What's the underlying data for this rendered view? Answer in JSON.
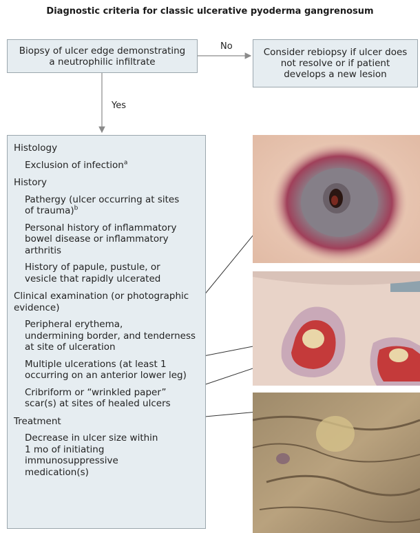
{
  "title": "Diagnostic criteria for classic ulcerative pyoderma gangrenosum",
  "biopsy_box": {
    "line1": "Biopsy of ulcer edge demonstrating",
    "line2": "a neutrophilic infiltrate"
  },
  "no_label": "No",
  "yes_label": "Yes",
  "rebiopsy_box": {
    "line1": "Consider rebiopsy if ulcer does",
    "line2": "not resolve or if patient",
    "line3": "develops a new lesion"
  },
  "criteria": {
    "histology": {
      "heading": "Histology",
      "item1": "Exclusion of infection",
      "item1_sup": "a"
    },
    "history": {
      "heading": "History",
      "item1_l1": "Pathergy (ulcer occurring at sites",
      "item1_l2": "of trauma)",
      "item1_sup": "b",
      "item2_l1": "Personal history of inflammatory",
      "item2_l2": "bowel disease or inflammatory",
      "item2_l3": "arthritis",
      "item3_l1": "History of papule, pustule, or",
      "item3_l2": "vesicle that rapidly ulcerated"
    },
    "clinical": {
      "heading_l1": "Clinical examination (or photographic",
      "heading_l2": "evidence)",
      "item1_l1": "Peripheral erythema,",
      "item1_l2": "undermining border, and tenderness",
      "item1_l3": "at site of ulceration",
      "item2_l1": "Multiple ulcerations (at least 1",
      "item2_l2": "occurring on an anterior lower leg)",
      "item3_l1": "Cribriform or “wrinkled paper”",
      "item3_l2": "scar(s) at sites of healed ulcers"
    },
    "treatment": {
      "heading": "Treatment",
      "item1_l1": "Decrease in ulcer size within",
      "item1_l2": "1 mo of initiating",
      "item1_l3": "immunosuppressive",
      "item1_l4": "medication(s)"
    }
  },
  "colors": {
    "box_fill": "#e6edf1",
    "box_border": "#9aa6ad",
    "connector": "#8a8a8a"
  }
}
